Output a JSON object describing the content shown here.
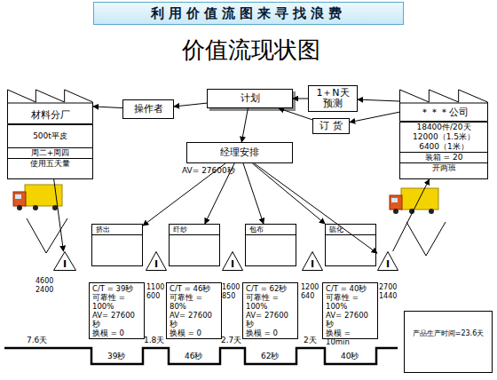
{
  "diagram": {
    "title": "利用价值流图来寻找浪费",
    "nodes": [
      {
        "text": [
          "材料分厂"
        ]
      },
      {
        "text": [
          "500t平皮",
          "周二+周四",
          "使用五天量"
        ]
      },
      {
        "text": [
          "操作者"
        ]
      },
      {
        "text": [
          "计划"
        ]
      },
      {
        "text": [
          "1＋N天 预测"
        ]
      },
      {
        "text": [
          "订 货"
        ]
      },
      {
        "text": [
          "＊＊＊公司"
        ]
      },
      {
        "text": [
          "18400件/20天",
          "12000（1.5米）",
          "6400（1米）",
          "装箱 = 20",
          "开两班"
        ]
      },
      {
        "text": [
          "经理安排"
        ]
      },
      {
        "text": [
          "I"
        ]
      },
      {
        "text": [
          "挤出"
        ]
      },
      {
        "text": [
          "C/T = 39秒",
          "可靠性 = 100%",
          "AV= 27600 秒",
          "换模 = 0"
        ]
      },
      {
        "text": [
          "I"
        ]
      },
      {
        "text": [
          "纤纱"
        ]
      },
      {
        "text": [
          "C/T = 46秒",
          "可靠性 = 80%",
          "AV= 27600 秒",
          "换模 = 0"
        ]
      },
      {
        "text": [
          "I"
        ]
      },
      {
        "text": [
          "包布"
        ]
      },
      {
        "text": [
          "C/T = 62秒",
          "可靠性 = 100%",
          "AV= 27600 秒",
          "换模 = 0"
        ]
      },
      {
        "text": [
          "I"
        ]
      },
      {
        "text": [
          "硫化"
        ]
      },
      {
        "text": [
          "C/T = 40秒",
          "可靠性 = 100%",
          "AV= 27600 秒",
          "换模 = 10min"
        ]
      },
      {
        "text": [
          "I"
        ]
      },
      {
        "text": [
          "产品生产时间=23.6天"
        ]
      }
    ],
    "edges": [
      {
        "from": 3,
        "to": 2,
        "arrow": "to"
      },
      {
        "from": 2,
        "to": 0,
        "arrow": "to"
      },
      {
        "from": 6,
        "to": 4,
        "arrow": "to"
      },
      {
        "from": 4,
        "to": 3,
        "arrow": "to"
      },
      {
        "from": 6,
        "to": 5,
        "arrow": "to"
      },
      {
        "from": 5,
        "to": 3,
        "arrow": "to"
      },
      {
        "from": 3,
        "to": 8,
        "arrow": "to"
      },
      {
        "from": 8,
        "to": 10,
        "arrow": "to"
      },
      {
        "from": 8,
        "to": 13,
        "arrow": "to"
      },
      {
        "from": 8,
        "to": 16,
        "arrow": "to"
      },
      {
        "from": 8,
        "to": 19,
        "arrow": "to"
      },
      {
        "from": 8,
        "to": 21,
        "arrow": "to"
      },
      {
        "from": 1,
        "to": 9,
        "arrow": "to"
      },
      {
        "from": 21,
        "to": 7,
        "arrow": "to"
      }
    ],
    "labels": [
      "价值流现状图",
      "AV= 27600秒",
      "4600",
      "2400",
      "1100",
      "600",
      "1600",
      "850",
      "1200",
      "640",
      "2700",
      "1440",
      "7.6天",
      "1.8天",
      "2.7天",
      "2天",
      "39秒",
      "46秒",
      "62秒",
      "40秒"
    ]
  }
}
